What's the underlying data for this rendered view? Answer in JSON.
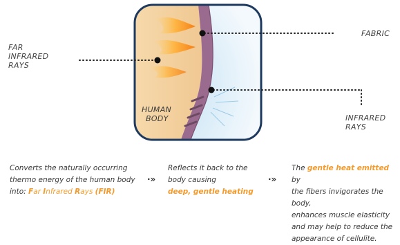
{
  "labels": {
    "far_infrared": [
      "FAR",
      "INFRARED",
      "RAYS"
    ],
    "fabric": "FABRIC",
    "human_body": [
      "HUMAN",
      "BODY"
    ],
    "infrared": [
      "INFRARED",
      "RAYS"
    ]
  },
  "steps": {
    "step1": {
      "line1": "Converts the naturally occurring",
      "line2": "thermo energy of the human body",
      "line3_prefix": "into: ",
      "f1": "F",
      "f1_rest": "ar ",
      "f2": "I",
      "f2_rest": "nfrared ",
      "f3": "R",
      "f3_rest": "ays ",
      "fir": "(FIR)"
    },
    "step2": {
      "line1": "Reflects it back to the",
      "line2": "body causing",
      "highlight": "deep, gentle heating"
    },
    "step3": {
      "prefix": "The ",
      "highlight": "gentle heat emitted",
      "suffix": " by",
      "line2": "the fibers invigorates the body,",
      "line3": "enhances muscle elasticity",
      "line4": "and may help to reduce the",
      "line5": "appearance of cellulite."
    },
    "arrow": "·»"
  },
  "colors": {
    "frame": "#1e3a5f",
    "skin": "#f7d6a4",
    "fabric": "#9b6b8f",
    "cool": "#cfe6f7",
    "accent": "#f39a2d"
  },
  "icons": {
    "step_arrow": "dotted-arrow-icon"
  }
}
